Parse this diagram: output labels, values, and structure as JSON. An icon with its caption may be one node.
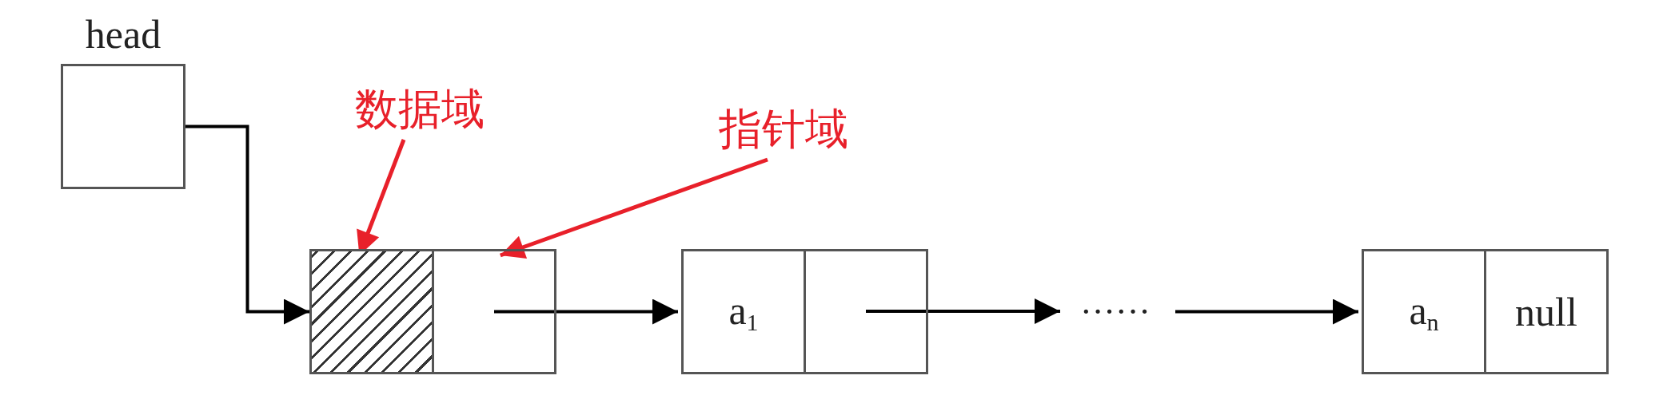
{
  "diagram": {
    "nodes": [
      {
        "text": [
          "head"
        ]
      },
      {
        "text": [],
        "shape": "box"
      },
      {
        "text": [],
        "shape": "box"
      },
      {
        "text": [
          "a$_{1}$"
        ]
      },
      {
        "text": [],
        "shape": "box"
      },
      {
        "text": [
          "······"
        ]
      },
      {
        "text": [
          "a$_{n}$"
        ]
      },
      {
        "text": [
          "null"
        ]
      },
      {
        "text": [
          "数据域"
        ]
      },
      {
        "text": [
          "指针域"
        ]
      }
    ],
    "edges": [
      {
        "from": 0,
        "to": 1,
        "arrow": "to"
      },
      {
        "from": 2,
        "to": 3,
        "arrow": "to"
      },
      {
        "from": 4,
        "to": 5,
        "arrow": "to"
      },
      {
        "from": 5,
        "to": 6,
        "arrow": "to"
      },
      {
        "from": 8,
        "to": 1,
        "arrow": "to",
        "color": "#e8202a"
      },
      {
        "from": 9,
        "to": 2,
        "arrow": "to",
        "color": "#e8202a"
      }
    ]
  }
}
